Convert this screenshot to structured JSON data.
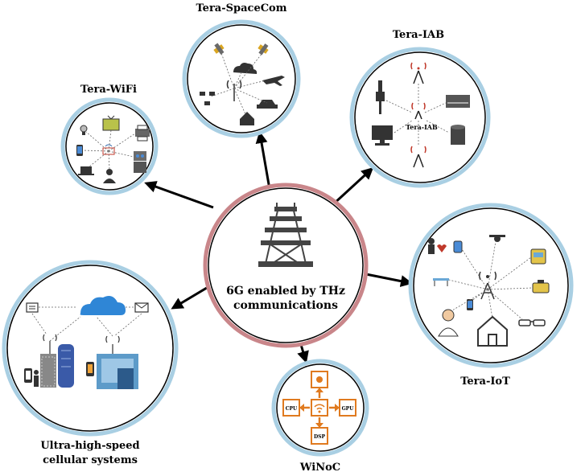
{
  "center": {
    "line1": "6G enabled by THz",
    "line2": "communications"
  },
  "nodes": {
    "tera_spacecom": {
      "title": "Tera-SpaceCom"
    },
    "tera_iab": {
      "title": "Tera-IAB",
      "inner_label": "Tera-IAB"
    },
    "tera_wifi": {
      "title": "Tera-WiFi"
    },
    "tera_iot": {
      "title": "Tera-IoT"
    },
    "cellular": {
      "title_line1": "Ultra-high-speed",
      "title_line2": "cellular systems"
    },
    "winoc": {
      "title": "WiNoC",
      "chips": {
        "left": "CPU",
        "right": "GPU",
        "bottom": "DSP"
      }
    }
  },
  "colors": {
    "center_ring": "#c9868a",
    "node_ring": "#a9cfe3",
    "arrow": "#000000",
    "winoc_orange": "#e07a1f",
    "tower": "#444444",
    "cloud": "#2f86d6"
  }
}
